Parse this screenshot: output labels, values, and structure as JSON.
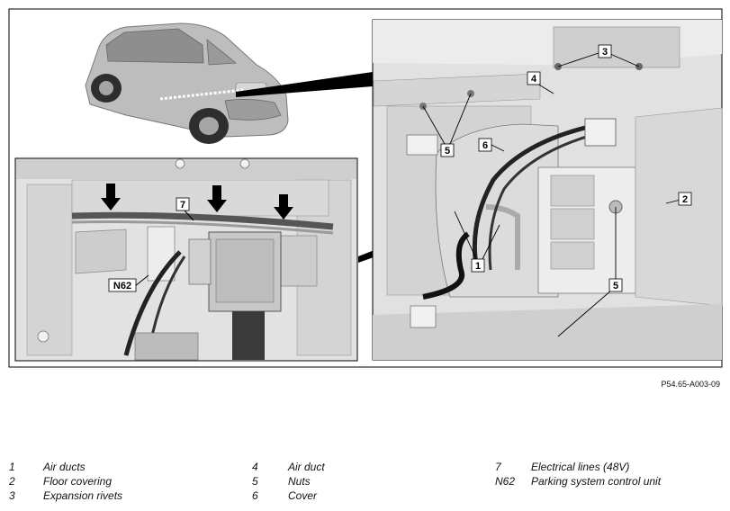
{
  "figure": {
    "reference": "P54.65-A003-09",
    "callouts": {
      "c1": "1",
      "c2": "2",
      "c3": "3",
      "c4": "4",
      "c5a": "5",
      "c5b": "5",
      "c6": "6",
      "c7": "7",
      "n62": "N62"
    }
  },
  "legend": [
    {
      "num": "1",
      "text": "Air ducts"
    },
    {
      "num": "2",
      "text": "Floor covering"
    },
    {
      "num": "3",
      "text": "Expansion rivets"
    },
    {
      "num": "4",
      "text": "Air duct"
    },
    {
      "num": "5",
      "text": "Nuts"
    },
    {
      "num": "6",
      "text": "Cover"
    },
    {
      "num": "7",
      "text": "Electrical lines (48V)"
    },
    {
      "num": "N62",
      "text": "Parking system control unit"
    }
  ],
  "colors": {
    "frame": "#000000",
    "panel_bg": "#e4e4e4",
    "car_body": "#b9b9b9"
  }
}
